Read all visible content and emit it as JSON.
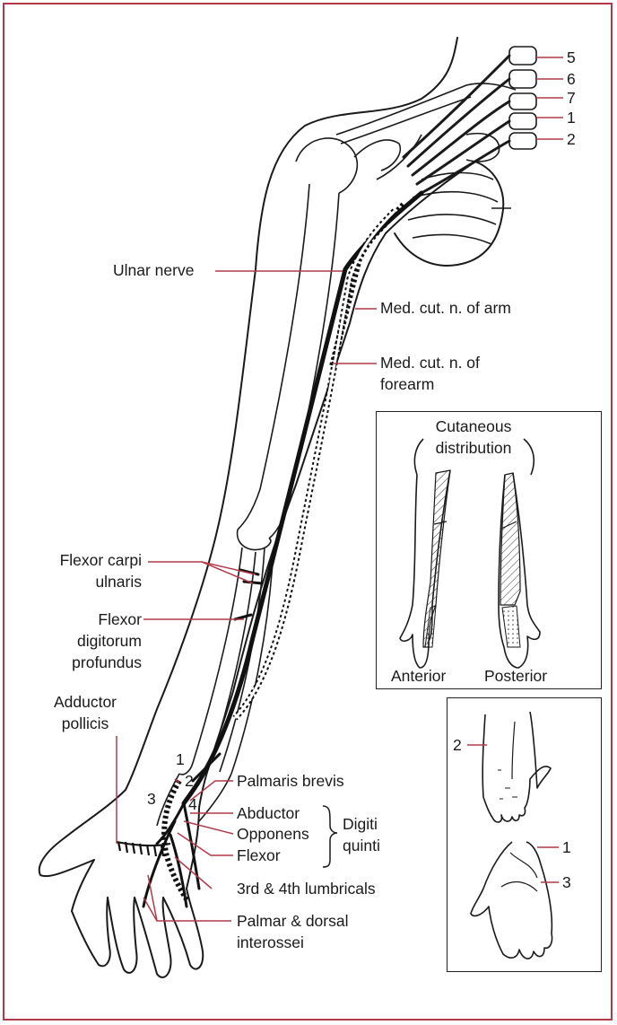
{
  "labels": {
    "ulnar_nerve": "Ulnar nerve",
    "med_cut_arm": "Med. cut. n. of arm",
    "med_cut_forearm_1": "Med. cut. n. of",
    "med_cut_forearm_2": "forearm",
    "fcu_1": "Flexor carpi",
    "fcu_2": "ulnaris",
    "fdp_1": "Flexor",
    "fdp_2": "digitorum",
    "fdp_3": "profundus",
    "add_pol_1": "Adductor",
    "add_pol_2": "pollicis",
    "palmaris_brevis": "Palmaris brevis",
    "abductor": "Abductor",
    "opponens": "Opponens",
    "flexor": "Flexor",
    "digiti_1": "Digiti",
    "digiti_2": "quinti",
    "lumbricals": "3rd & 4th lumbricals",
    "interossei_1": "Palmar & dorsal",
    "interossei_2": "interossei",
    "root_5": "5",
    "root_6": "6",
    "root_7": "7",
    "root_1": "1",
    "root_2": "2",
    "hand_1": "1",
    "hand_2": "2",
    "hand_3": "3",
    "hand_4": "4"
  },
  "cutaneous_panel": {
    "title_1": "Cutaneous",
    "title_2": "distribution",
    "anterior": "Anterior",
    "posterior": "Posterior"
  },
  "hand_panel": {
    "label_2": "2",
    "label_1": "1",
    "label_3": "3"
  },
  "colors": {
    "leader": "#b23a48",
    "frame": "#b23a48",
    "line": "#1a1a1a"
  }
}
